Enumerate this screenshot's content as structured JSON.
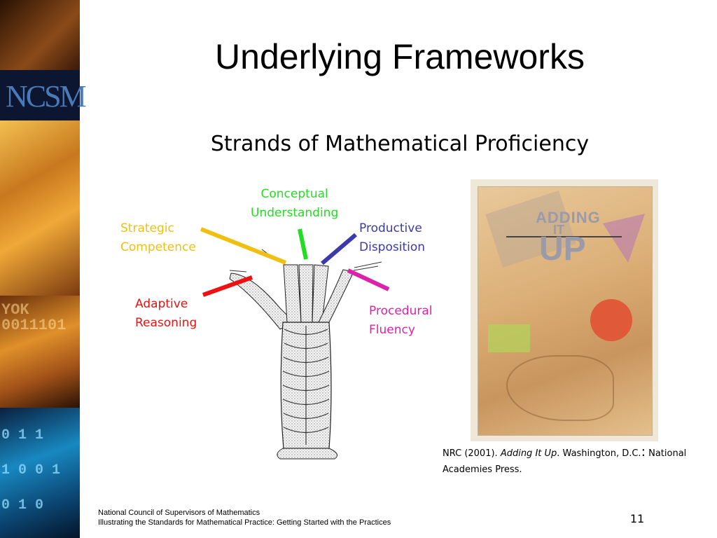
{
  "slide": {
    "title": "Underlying Frameworks",
    "subtitle": "Strands of Mathematical Proficiency",
    "logo": "NCSM",
    "page_number": "11"
  },
  "strands": {
    "conceptual": {
      "line1": "Conceptual",
      "line2": "Understanding",
      "color": "#22dd22"
    },
    "strategic": {
      "line1": "Strategic",
      "line2": "Competence",
      "color": "#f0c010"
    },
    "productive": {
      "line1": "Productive",
      "line2": "Disposition",
      "color": "#3a3aaa"
    },
    "adaptive": {
      "line1": "Adaptive",
      "line2": "Reasoning",
      "color": "#ee1111"
    },
    "procedural": {
      "line1": "Procedural",
      "line2": "Fluency",
      "color": "#dd22aa"
    }
  },
  "book": {
    "title_line1": "ADDING",
    "title_line2": "IT",
    "title_line3": "UP"
  },
  "citation": {
    "prefix": "NRC (2001). ",
    "book_title": "Adding It Up",
    "suffix": ". Washington, D.C.",
    "colon": ":",
    "rest": " National Academies Press."
  },
  "footer": {
    "line1": "National Council of Supervisors of Mathematics",
    "line2": "Illustrating the Standards for Mathematical Practice: Getting Started with the Practices"
  }
}
